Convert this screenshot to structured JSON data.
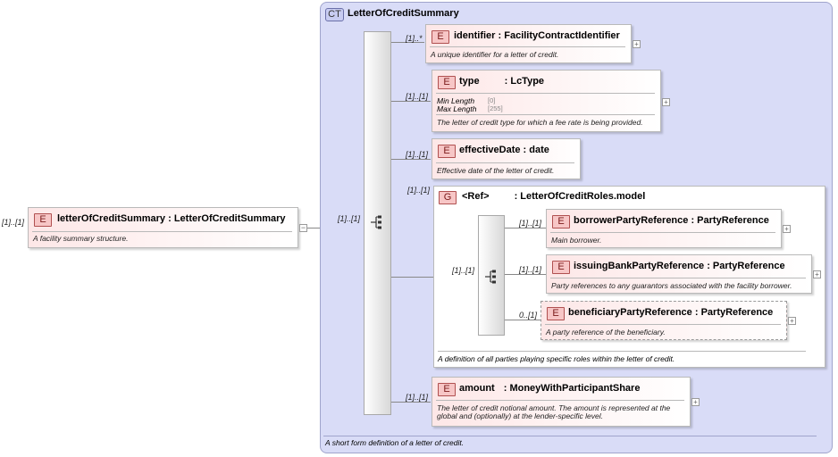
{
  "root": {
    "cardinality": "[1]..[1]",
    "badge": "E",
    "name": "letterOfCreditSummary",
    "type": ": LetterOfCreditSummary",
    "description": "A facility summary structure."
  },
  "complex_type": {
    "badge": "CT",
    "name": "LetterOfCreditSummary",
    "description": "A short form definition of a letter of credit.",
    "sequence_cardinality": "[1]..[1]"
  },
  "elements": [
    {
      "cardinality": "[1]..*",
      "badge": "E",
      "name": "identifier",
      "type": ": FacilityContractIdentifier",
      "description": "A unique identifier for a letter of credit."
    },
    {
      "cardinality": "[1]..[1]",
      "badge": "E",
      "name": "type",
      "type": ": LcType",
      "facets": [
        {
          "label": "Min Length",
          "value": "[0]"
        },
        {
          "label": "Max Length",
          "value": "[255]"
        }
      ],
      "description": "The letter of credit type for which a fee rate is being provided."
    },
    {
      "cardinality": "[1]..[1]",
      "badge": "E",
      "name": "effectiveDate",
      "type": ": date",
      "description": "Effective date of the letter of credit."
    },
    {
      "cardinality": "[1]..[1]",
      "badge": "E",
      "name": "amount",
      "type": ": MoneyWithParticipantShare",
      "description_lines": [
        "The letter of credit notional amount. The amount is represented at the",
        "global and (optionally) at the lender-specific level."
      ]
    }
  ],
  "group": {
    "cardinality": "[1]..[1]",
    "badge": "G",
    "name": "<Ref>",
    "type": ": LetterOfCreditRoles.model",
    "description": "A definition of all parties playing specific roles within the letter of credit.",
    "sequence_cardinality": "[1]..[1]",
    "children": [
      {
        "cardinality": "[1]..[1]",
        "badge": "E",
        "name": "borrowerPartyReference",
        "type": ": PartyReference",
        "description": "Main borrower."
      },
      {
        "cardinality": "[1]..[1]",
        "badge": "E",
        "name": "issuingBankPartyReference",
        "type": ": PartyReference",
        "description": "Party references to any guarantors associated with the facility borrower."
      },
      {
        "cardinality": "0..[1]",
        "badge": "E",
        "name": "beneficiaryPartyReference",
        "type": ": PartyReference",
        "description": "A party reference of the beneficiary."
      }
    ]
  },
  "expand_glyph": "+",
  "collapse_glyph": "−"
}
